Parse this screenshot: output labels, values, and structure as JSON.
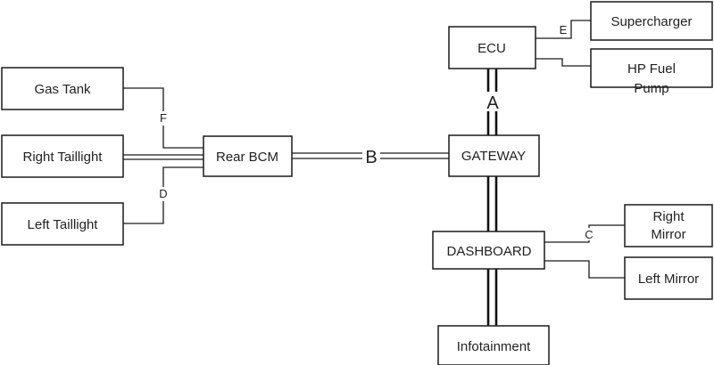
{
  "nodes": {
    "supercharger": "Supercharger",
    "ecu": "ECU",
    "hp_fuel_pump_line1": "HP Fuel",
    "hp_fuel_pump_line2": "Pump",
    "gas_tank": "Gas Tank",
    "right_taillight": "Right Taillight",
    "left_taillight": "Left Taillight",
    "rear_bcm": "Rear BCM",
    "gateway": "GATEWAY",
    "dashboard": "DASHBOARD",
    "right_mirror_line1": "Right",
    "right_mirror_line2": "Mirror",
    "left_mirror": "Left Mirror",
    "infotainment": "Infotainment"
  },
  "bus_labels": {
    "a": "A",
    "b": "B",
    "c": "C",
    "d": "D",
    "e": "E",
    "f": "F"
  },
  "colors": {
    "line": "#1a1a1a",
    "box_fill": "#ffffff",
    "text": "#222222"
  }
}
